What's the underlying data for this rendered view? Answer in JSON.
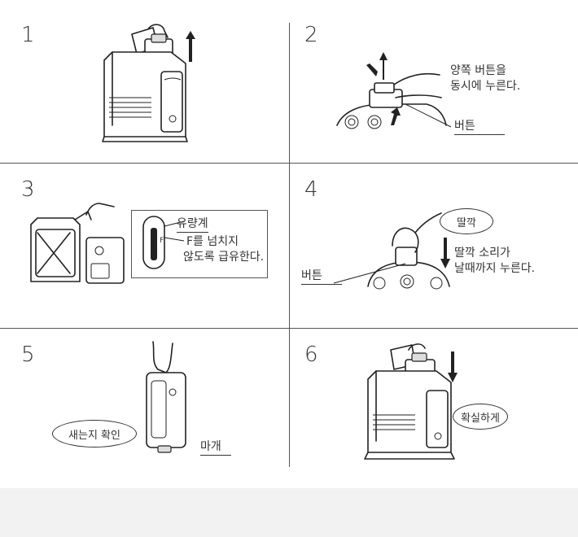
{
  "steps": [
    {
      "number": "1"
    },
    {
      "number": "2",
      "instruction_line1": "양쪽 버튼을",
      "instruction_line2": "동시에 누른다.",
      "callout": "버튼"
    },
    {
      "number": "3",
      "callout_gauge": "유량계",
      "note_line1": "F를 넘치지",
      "note_line2": "않도록 급유한다.",
      "gauge_mark": "F"
    },
    {
      "number": "4",
      "bubble": "딸깍",
      "instruction_line1": "딸깍 소리가",
      "instruction_line2": "날때까지 누른다.",
      "callout": "버튼"
    },
    {
      "number": "5",
      "bubble": "새는지 확인",
      "callout": "마개"
    },
    {
      "number": "6",
      "bubble": "확실하게"
    }
  ]
}
